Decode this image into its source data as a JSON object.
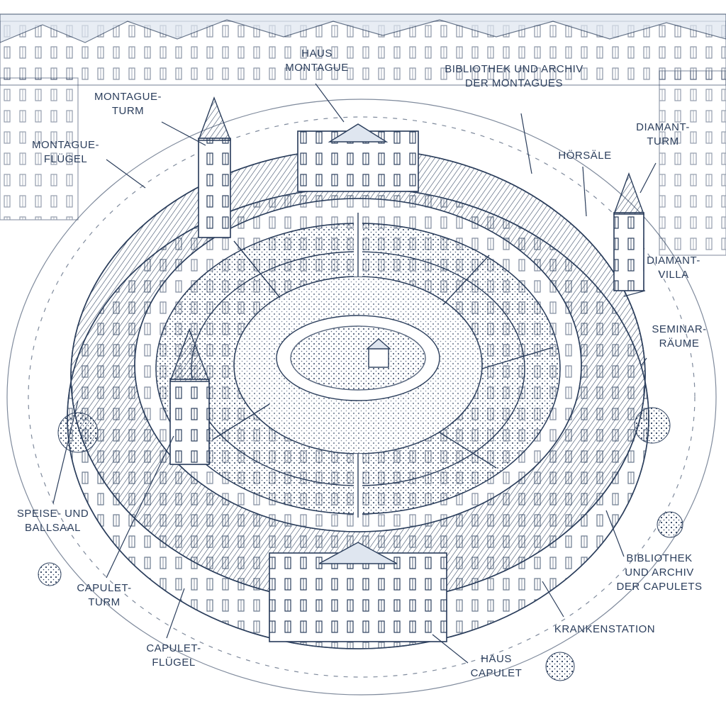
{
  "colors": {
    "ink": "#2b3e5c",
    "paper": "#ffffff",
    "wash": "#dfe6f0"
  },
  "labels": {
    "haus_montague": [
      "HAUS",
      "MONTAGUE"
    ],
    "bibliothek_montagues": [
      "BIBLIOTHEK UND ARCHIV",
      "DER MONTAGUES"
    ],
    "montague_turm": [
      "MONTAGUE-",
      "TURM"
    ],
    "montague_fluegel": [
      "MONTAGUE-",
      "FLÜGEL"
    ],
    "diamant_turm": [
      "DIAMANT-",
      "TURM"
    ],
    "hoersaele": [
      "HÖRSÄLE"
    ],
    "diamant_villa": [
      "DIAMANT-",
      "VILLA"
    ],
    "seminar_raeume": [
      "SEMINAR-",
      "RÄUME"
    ],
    "speise_ballsaal": [
      "SPEISE- UND",
      "BALLSAAL"
    ],
    "capulet_turm": [
      "CAPULET-",
      "TURM"
    ],
    "capulet_fluegel": [
      "CAPULET-",
      "FLÜGEL"
    ],
    "haus_capulet": [
      "HAUS",
      "CAPULET"
    ],
    "krankenstation": [
      "KRANKENSTATION"
    ],
    "bibliothek_capulets": [
      "BIBLIOTHEK",
      "UND ARCHIV",
      "DER CAPULETS"
    ]
  }
}
